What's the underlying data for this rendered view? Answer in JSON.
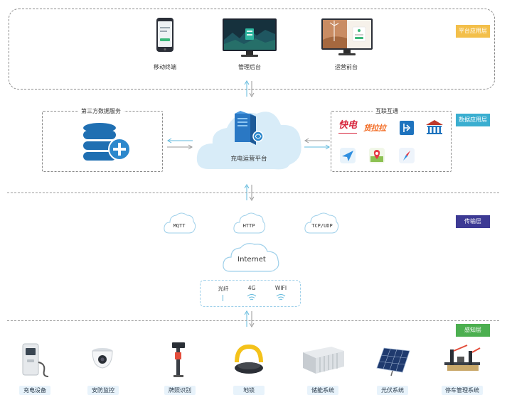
{
  "layers": {
    "platform_app": "平台应用层",
    "data_app": "数据应用层",
    "transport": "传输层",
    "perception": "感知层"
  },
  "colors": {
    "platform_app": "#f3bf4a",
    "data_app": "#3aaed0",
    "transport": "#3d3a94",
    "perception": "#4caf50",
    "arrow": "#5fb8dc",
    "cloud": "#d8ecf8"
  },
  "apps": {
    "mobile": "移动终端",
    "admin": "管理后台",
    "operations": "运营前台"
  },
  "third_party": {
    "title": "第三方数据服务"
  },
  "core": {
    "label": "充电运营平台"
  },
  "interconnect": {
    "title": "互联互通",
    "brands": [
      "快电",
      "货拉拉"
    ]
  },
  "protocols": [
    "MQTT",
    "HTTP",
    "TCP/UDP"
  ],
  "internet": {
    "label": "Internet",
    "links": [
      "光纤",
      "4G",
      "WIFI"
    ]
  },
  "devices": [
    "充电设备",
    "安防监控",
    "牌照识别",
    "地锁",
    "储能系统",
    "光伏系统",
    "停车管理系统"
  ]
}
